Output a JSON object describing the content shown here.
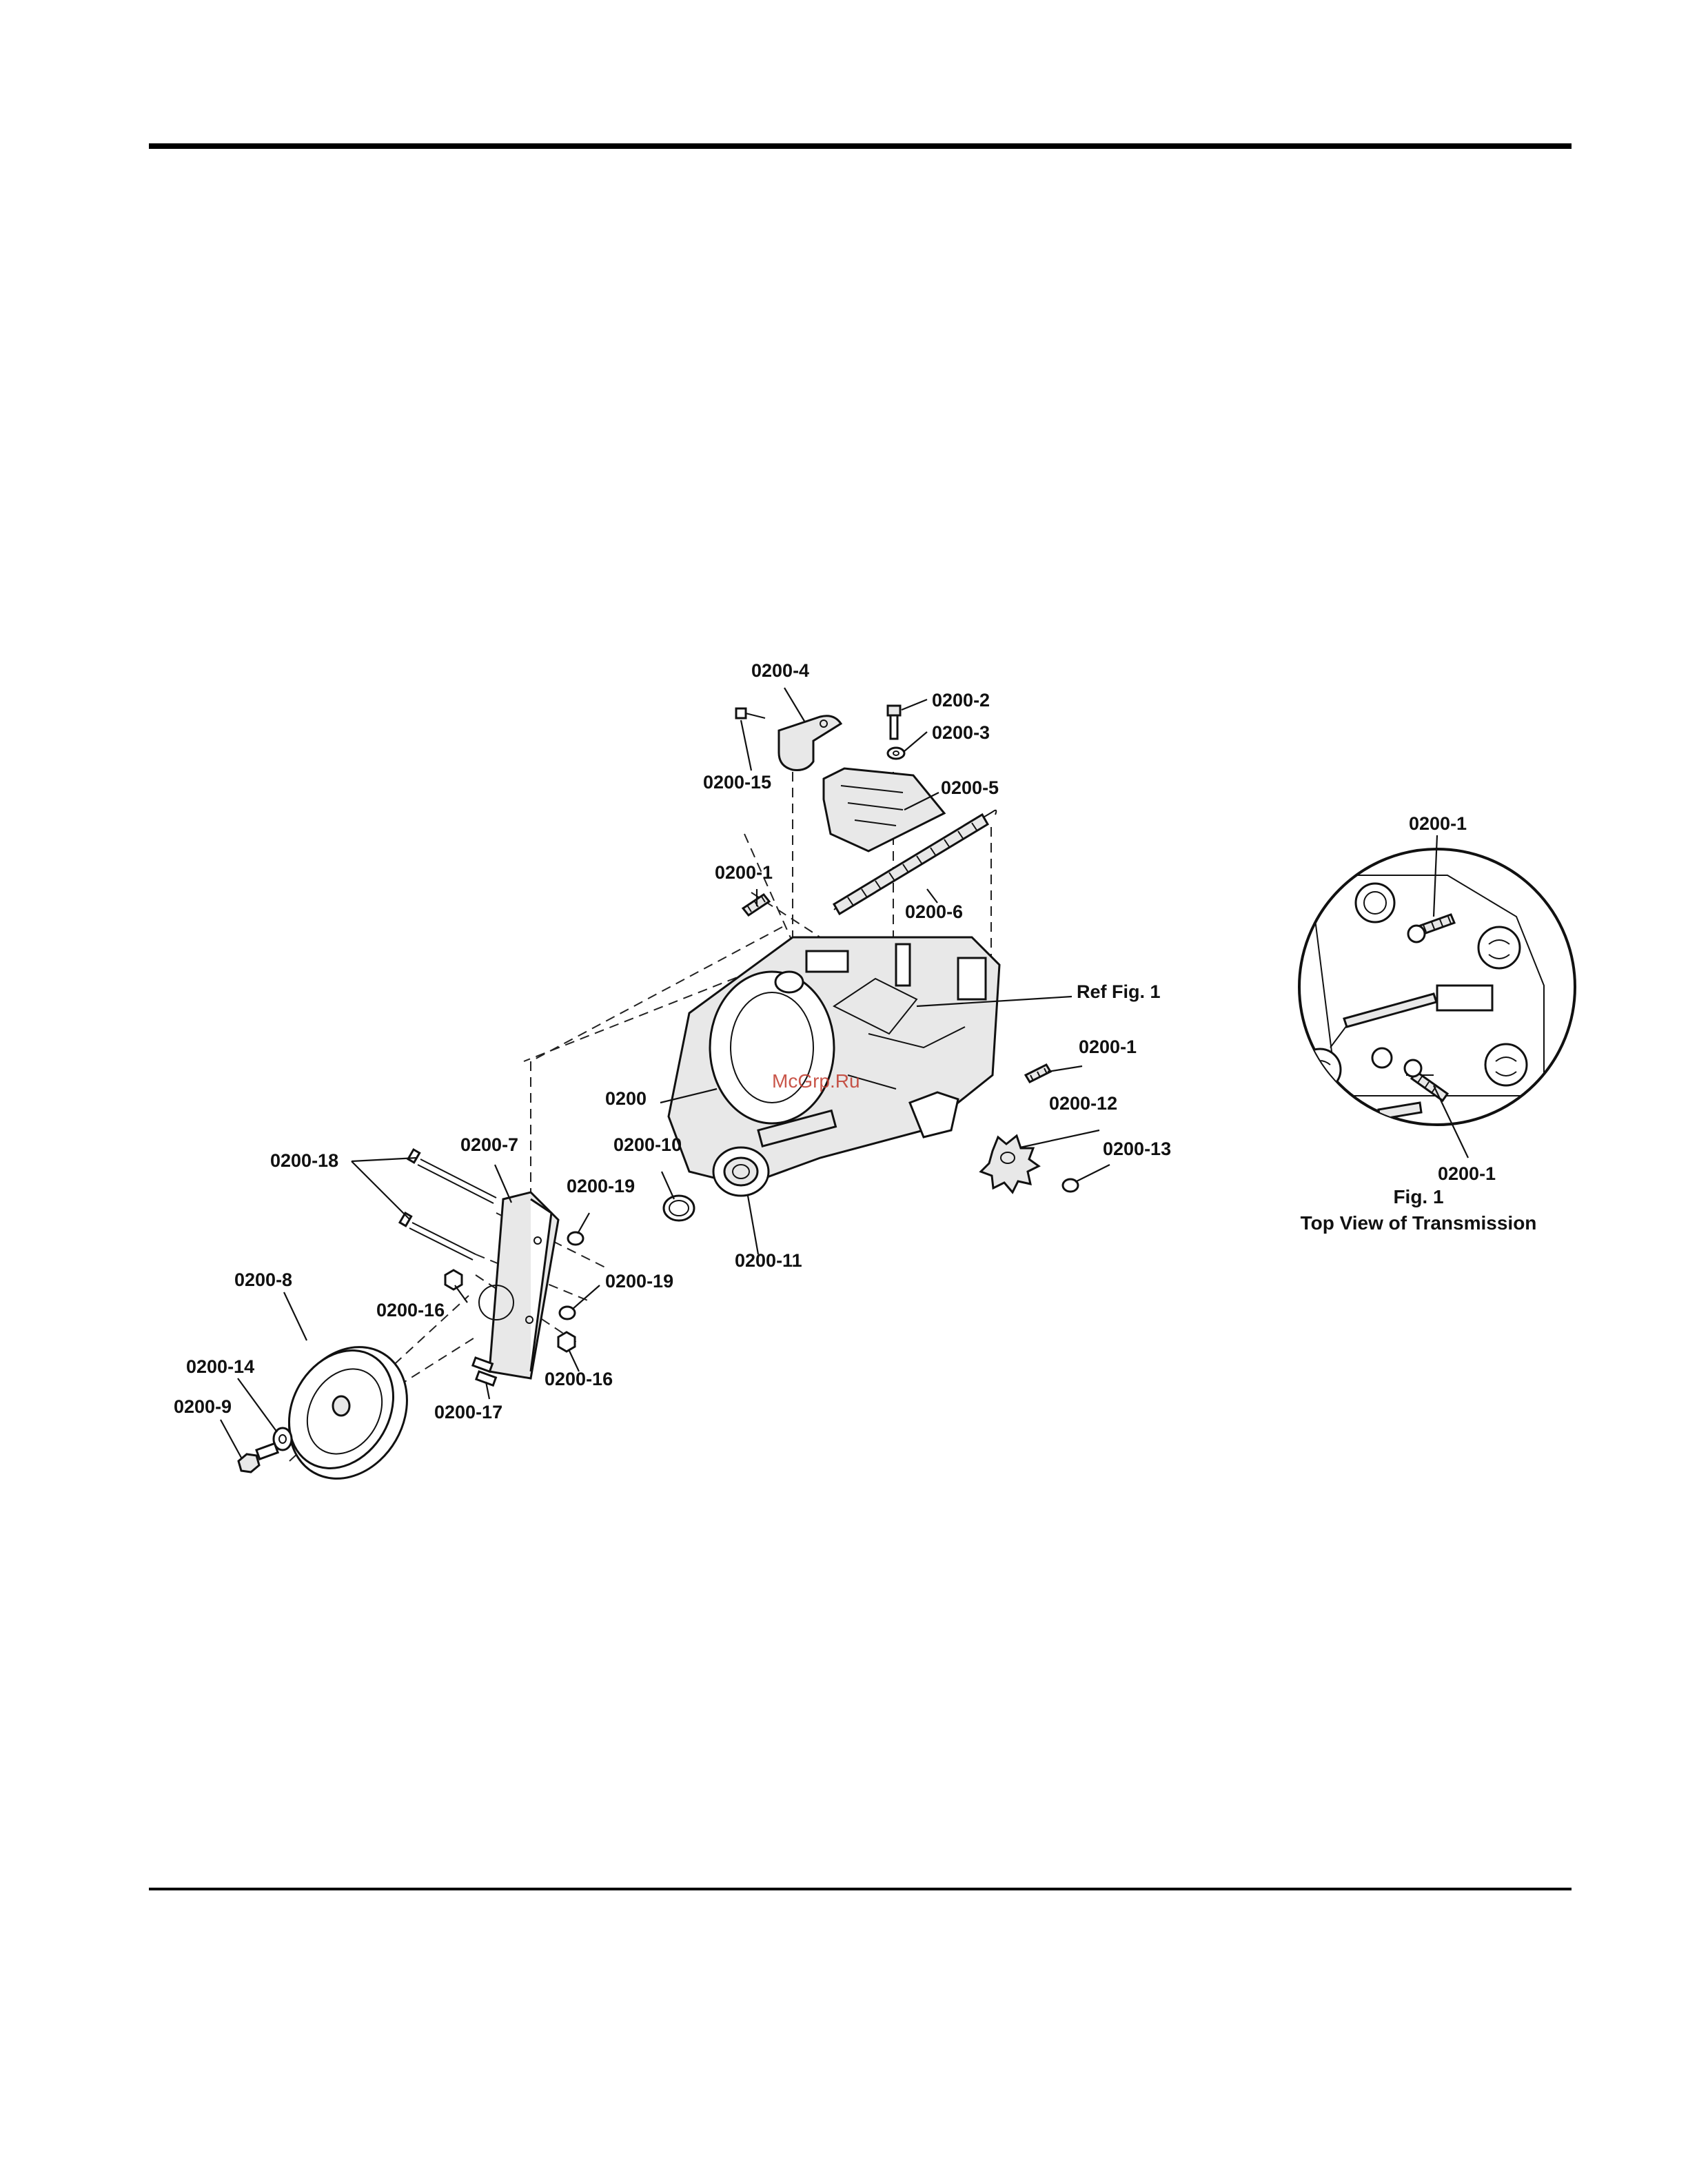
{
  "labels": {
    "p0200_4": "0200-4",
    "p0200_2": "0200-2",
    "p0200_3": "0200-3",
    "p0200_15": "0200-15",
    "p0200_5": "0200-5",
    "p0200_1_top": "0200-1",
    "p0200_6": "0200-6",
    "ref_fig1": "Ref Fig. 1",
    "p0200_1_right": "0200-1",
    "p0200": "0200",
    "p0200_12": "0200-12",
    "p0200_13": "0200-13",
    "p0200_18": "0200-18",
    "p0200_7": "0200-7",
    "p0200_10": "0200-10",
    "p0200_19_a": "0200-19",
    "p0200_11": "0200-11",
    "p0200_8": "0200-8",
    "p0200_16_a": "0200-16",
    "p0200_19_b": "0200-19",
    "p0200_14": "0200-14",
    "p0200_16_b": "0200-16",
    "p0200_9": "0200-9",
    "p0200_17": "0200-17"
  },
  "inset": {
    "label_top": "0200-1",
    "label_bottom": "0200-1",
    "caption_line1": "Fig. 1",
    "caption_line2": "Top View of Transmission"
  },
  "watermark": "McGrp.Ru"
}
